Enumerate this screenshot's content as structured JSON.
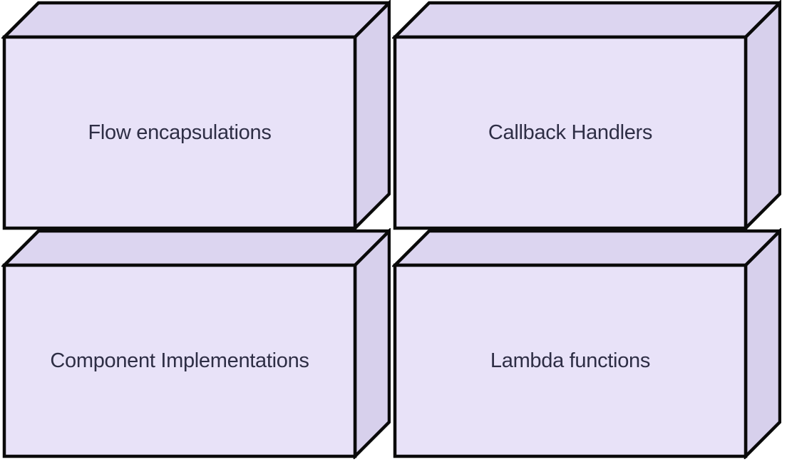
{
  "diagram": {
    "type": "block-diagram",
    "background": "#ffffff",
    "colors": {
      "front_fill": "#e8e2f8",
      "top_fill": "#dcd5f0",
      "side_fill": "#d7d0ec",
      "stroke": "#0a0a0a",
      "text": "#2e2e45"
    },
    "boxes": [
      {
        "id": "flow-encapsulations",
        "label": "Flow encapsulations"
      },
      {
        "id": "callback-handlers",
        "label": "Callback Handlers"
      },
      {
        "id": "component-implementations",
        "label": "Component Implementations"
      },
      {
        "id": "lambda-functions",
        "label": "Lambda functions"
      }
    ]
  }
}
